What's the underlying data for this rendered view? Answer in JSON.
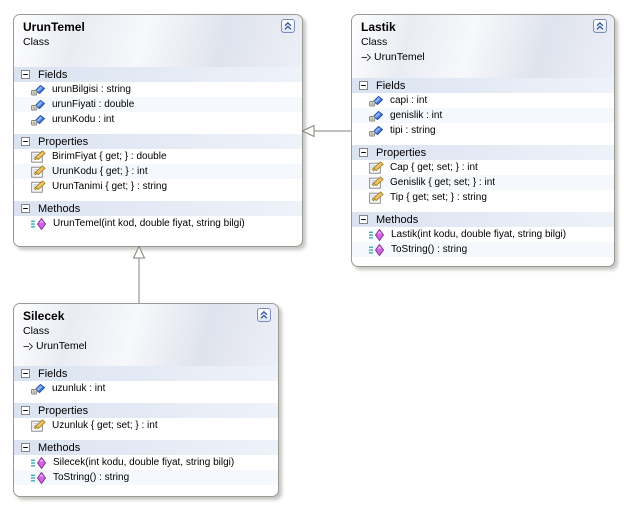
{
  "diagram": {
    "kind": "uml-class-diagram",
    "colors": {
      "box_border": "#9a9a94",
      "section_header_bg": "#dbe3f1",
      "title_gradient_end": "#dfe3ed",
      "connector_gray": "#80807a",
      "field_icon_blue": "#4a7de0",
      "method_icon_magenta": "#cf66de",
      "property_icon_tan": "#f0c269",
      "chevron_blue": "#3c5e9e"
    }
  },
  "classes": [
    {
      "name": "UrunTemel",
      "stereotype": "Class",
      "base": null,
      "sections": [
        {
          "label": "Fields",
          "items": [
            {
              "icon": "field",
              "text": "urunBilgisi : string"
            },
            {
              "icon": "field",
              "text": "urunFiyati : double"
            },
            {
              "icon": "field",
              "text": "urunKodu : int"
            }
          ]
        },
        {
          "label": "Properties",
          "items": [
            {
              "icon": "property",
              "text": "BirimFiyat { get; } : double"
            },
            {
              "icon": "property",
              "text": "UrunKodu { get; } : int"
            },
            {
              "icon": "property",
              "text": "UrunTanimi { get; } : string"
            }
          ]
        },
        {
          "label": "Methods",
          "items": [
            {
              "icon": "method",
              "text": "UrunTemel(int kod, double fiyat, string bilgi)"
            }
          ]
        }
      ]
    },
    {
      "name": "Lastik",
      "stereotype": "Class",
      "base": "UrunTemel",
      "sections": [
        {
          "label": "Fields",
          "items": [
            {
              "icon": "field",
              "text": "capi : int"
            },
            {
              "icon": "field",
              "text": "genislik : int"
            },
            {
              "icon": "field",
              "text": "tipi : string"
            }
          ]
        },
        {
          "label": "Properties",
          "items": [
            {
              "icon": "property",
              "text": "Cap { get; set; } : int"
            },
            {
              "icon": "property",
              "text": "Genislik { get; set; } : int"
            },
            {
              "icon": "property",
              "text": "Tip { get; set; } : string"
            }
          ]
        },
        {
          "label": "Methods",
          "items": [
            {
              "icon": "method",
              "text": "Lastik(int kodu, double fiyat, string bilgi)"
            },
            {
              "icon": "method",
              "text": "ToString() : string"
            }
          ]
        }
      ]
    },
    {
      "name": "Silecek",
      "stereotype": "Class",
      "base": "UrunTemel",
      "sections": [
        {
          "label": "Fields",
          "items": [
            {
              "icon": "field",
              "text": "uzunluk : int"
            }
          ]
        },
        {
          "label": "Properties",
          "items": [
            {
              "icon": "property",
              "text": "Uzunluk { get; set; } : int"
            }
          ]
        },
        {
          "label": "Methods",
          "items": [
            {
              "icon": "method",
              "text": "Silecek(int kodu, double fiyat, string bilgi)"
            },
            {
              "icon": "method",
              "text": "ToString() : string"
            }
          ]
        }
      ]
    }
  ],
  "connectors": [
    {
      "type": "inheritance",
      "from": "Lastik",
      "to": "UrunTemel"
    },
    {
      "type": "inheritance",
      "from": "Silecek",
      "to": "UrunTemel"
    }
  ]
}
